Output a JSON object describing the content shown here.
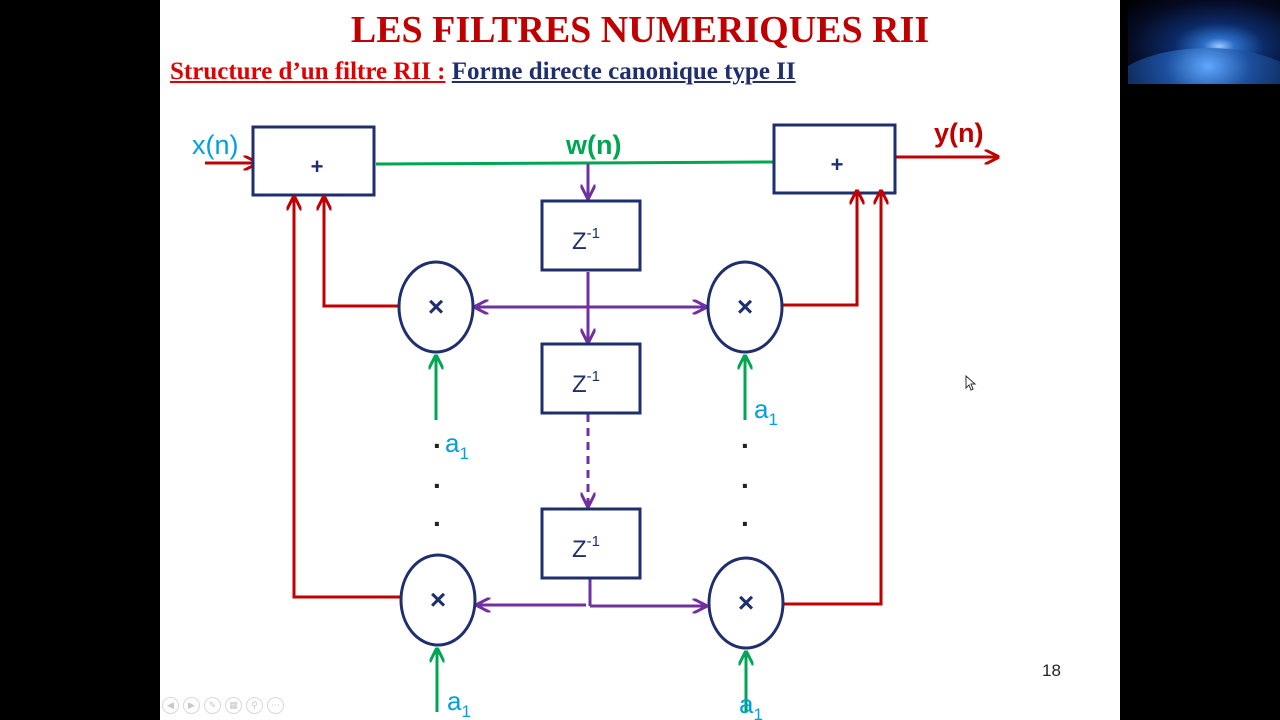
{
  "slide": {
    "title": "LES FILTRES NUMERIQUES RII",
    "subtitle_part1": "Structure d’un filtre RII :",
    "subtitle_part2": "Forme directe canonique type II",
    "page_number": "18"
  },
  "diagram": {
    "input_label": "x(n)",
    "output_label": "y(n)",
    "state_label": "w(n)",
    "adder_symbol": "+",
    "multiplier_symbol": "×",
    "delay_base": "Z",
    "delay_exp": "-1",
    "coef_base": "a",
    "coef_sub": "1",
    "ellipsis_dot": "."
  },
  "colors": {
    "title_red": "#c00000",
    "subtitle_blue": "#1f2f6e",
    "wire_red": "#c00000",
    "wire_green": "#00a651",
    "wire_purple": "#7030a0",
    "box_navy": "#1f2f6e",
    "label_cyan": "#00a0e0"
  },
  "toolbar": {
    "prev_icon": "prev-icon",
    "next_icon": "next-icon",
    "pen_icon": "pen-icon",
    "slides_icon": "slides-icon",
    "zoom_icon": "zoom-icon",
    "more_icon": "more-icon"
  }
}
